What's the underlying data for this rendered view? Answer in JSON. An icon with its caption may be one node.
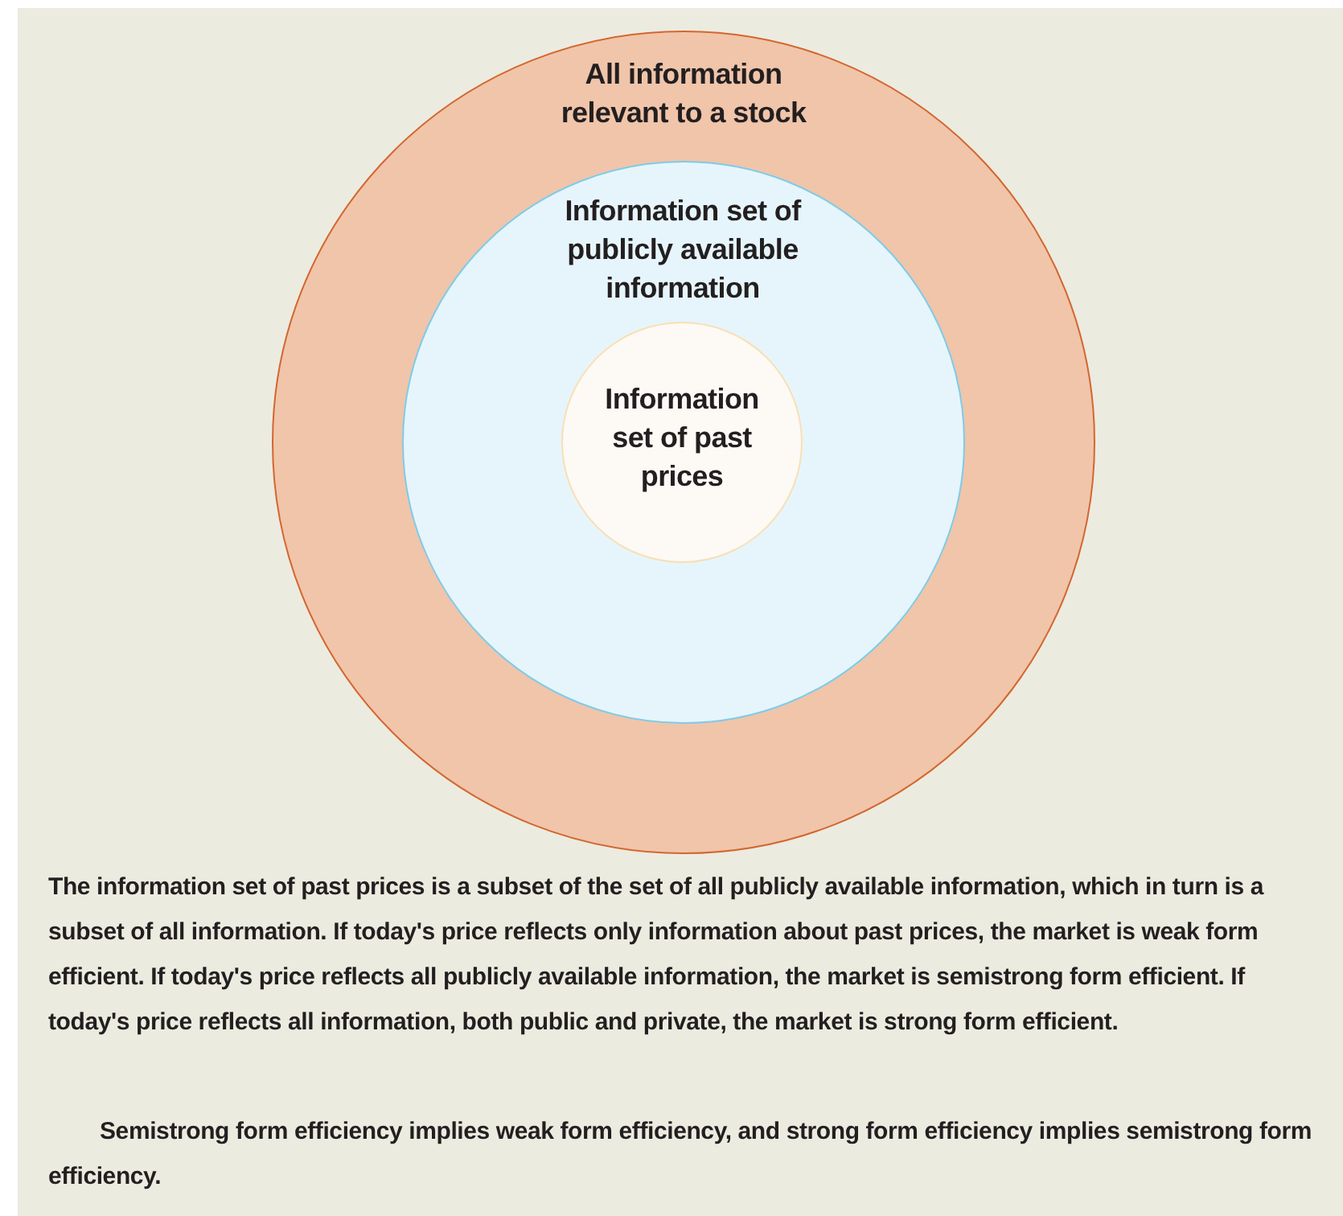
{
  "diagram": {
    "nodes": [
      {
        "text": [
          "All information relevant to a stock"
        ]
      },
      {
        "text": [
          "Information set of publicly available information"
        ],
        "in": 0
      },
      {
        "text": [
          "Information set of past prices"
        ],
        "in": 1
      }
    ],
    "labels": [
      "The information set of past prices is a subset of the set of all publicly available information, which in turn is a subset of all information. If today's price reflects only information about past prices, the market is weak form efficient. If today's price reflects all publicly available information, the market is semistrong form efficient. If today's price reflects all information, both public and private, the market is strong form efficient.",
      "Semistrong form efficiency implies weak form efficiency, and strong form efficiency implies semistrong form efficiency."
    ]
  }
}
